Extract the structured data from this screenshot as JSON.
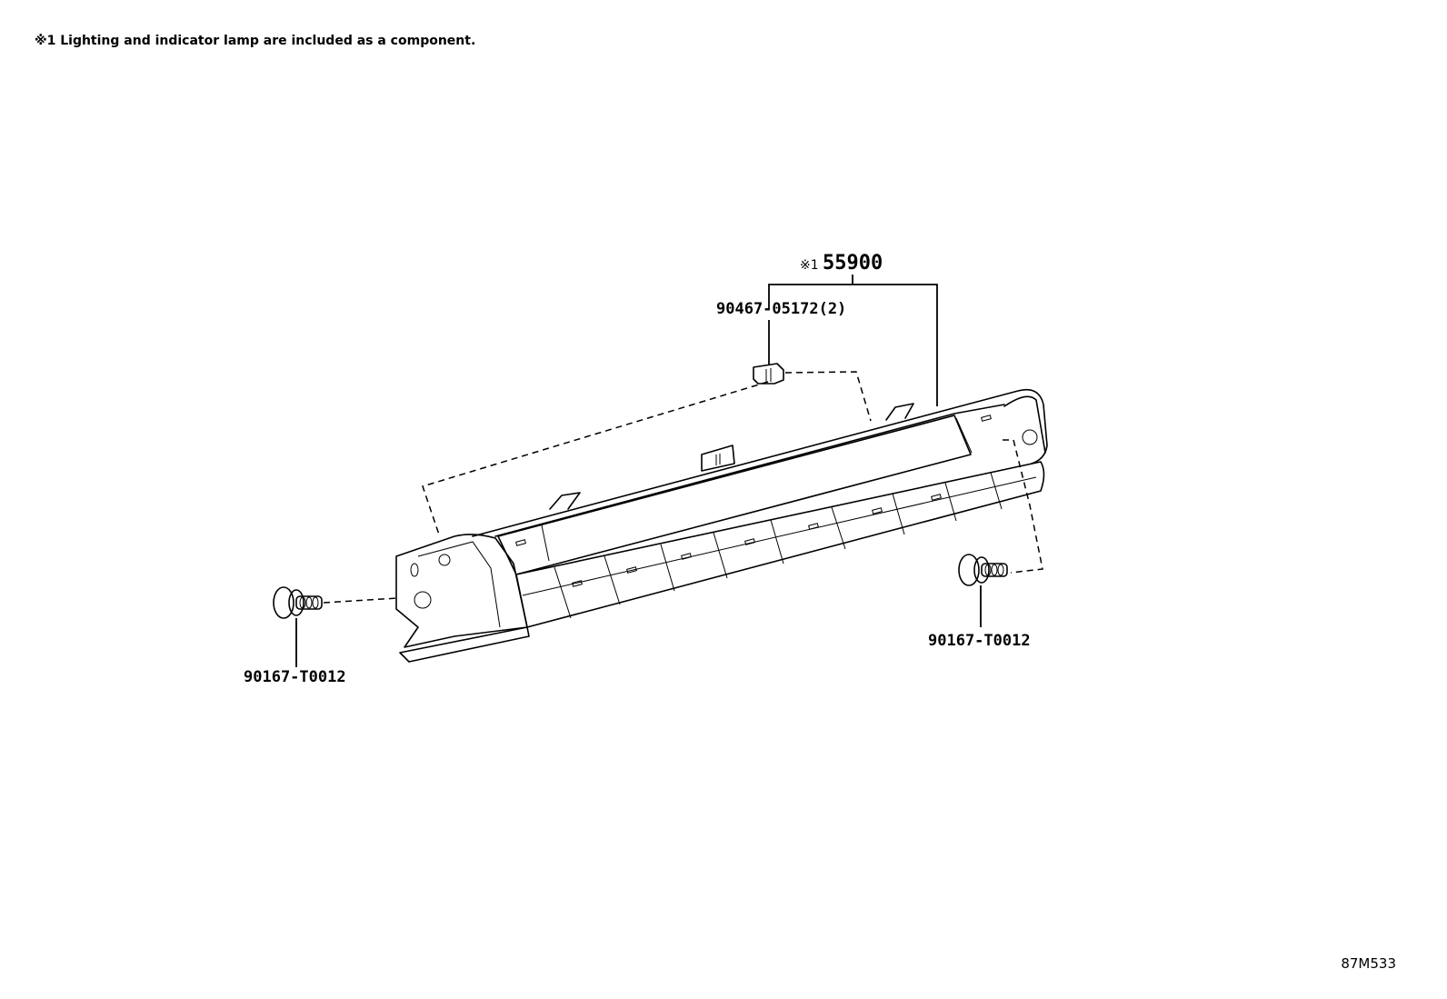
{
  "note": "※1 Lighting and indicator lamp are included as a component.",
  "assembly": {
    "mark": "※1",
    "number": "55900"
  },
  "callouts": {
    "clip": "90467-05172(2)",
    "screw_left": "90167-T0012",
    "screw_right": "90167-T0012"
  },
  "diagram_ref": "87M533"
}
